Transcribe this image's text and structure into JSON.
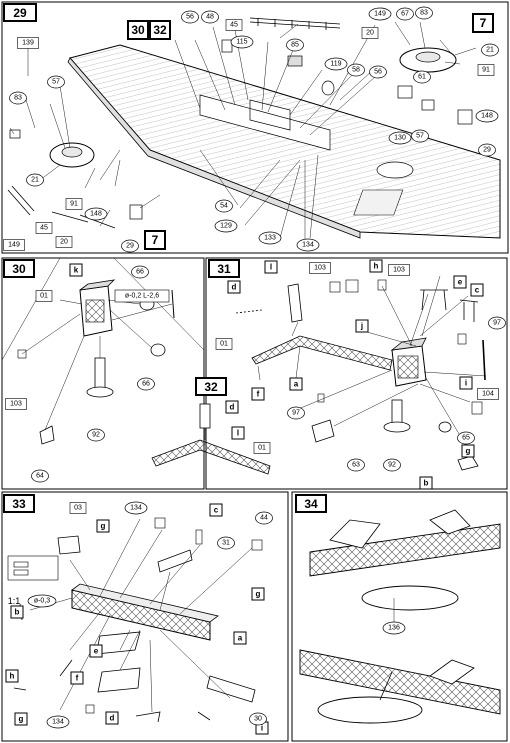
{
  "panel29": {
    "step": "29",
    "refs": [
      "30",
      "32",
      "7",
      "7"
    ],
    "circles": [
      "56",
      "48",
      "115",
      "85",
      "119",
      "58",
      "56",
      "149",
      "67",
      "83",
      "21",
      "61",
      "148",
      "29",
      "130",
      "57",
      "83",
      "57",
      "21",
      "148",
      "29",
      "54",
      "129",
      "133",
      "134"
    ],
    "boxes": [
      "139",
      "45",
      "20",
      "91",
      "91",
      "45",
      "149",
      "20"
    ]
  },
  "panel30": {
    "step": "30",
    "letters": [
      "k"
    ],
    "boxes": [
      "01",
      "103"
    ],
    "circles": [
      "66",
      "66",
      "92",
      "64"
    ],
    "note": "ø-0,2 L-2,6"
  },
  "panel31": {
    "step": "31",
    "letters": [
      "l",
      "d",
      "h",
      "e",
      "c",
      "j",
      "a",
      "f",
      "i",
      "g",
      "b"
    ],
    "boxes": [
      "103",
      "103",
      "01",
      "104"
    ],
    "circles": [
      "97",
      "97",
      "63",
      "92",
      "65"
    ]
  },
  "panel32": {
    "step": "32",
    "letters": [
      "d",
      "l"
    ],
    "boxes": [
      "01"
    ]
  },
  "panel33": {
    "step": "33",
    "letters": [
      "g",
      "c",
      "g",
      "b",
      "a",
      "e",
      "h",
      "f",
      "g",
      "d",
      "i"
    ],
    "boxes": [
      "03"
    ],
    "circles": [
      "134",
      "31",
      "44",
      "134",
      "30"
    ],
    "scale": "1:1",
    "scale_note": "ø-0,3"
  },
  "panel34": {
    "step": "34",
    "circles": [
      "136"
    ]
  }
}
